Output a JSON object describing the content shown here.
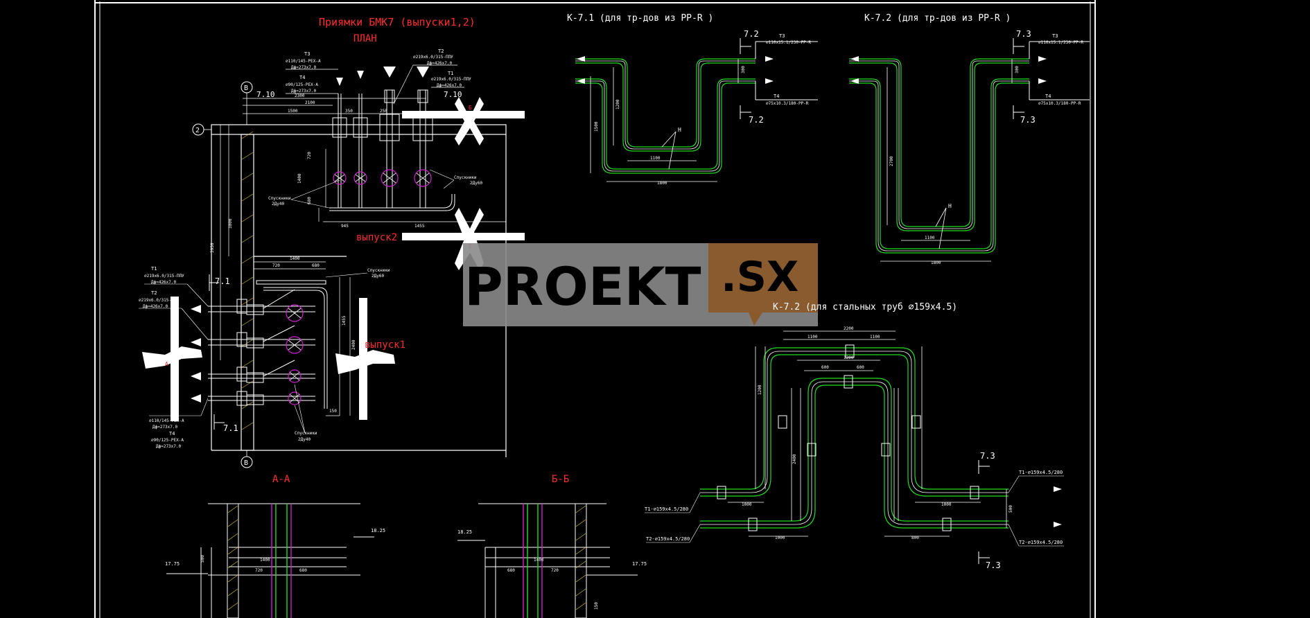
{
  "titles": {
    "plan_title": "Приямки БМК7 (выпуски1,2)",
    "plan_subtitle": "ПЛАН",
    "k71": "К-7.1 (для тр-дов из PP-R )",
    "k72": "К-7.2 (для тр-дов из PP-R )",
    "k72_steel": "К-7.2 (для стальных труб ⌀159х4.5)",
    "section_aa": "А-А",
    "section_bb": "Б-Б",
    "outlet1": "выпуск1",
    "outlet2": "выпуск2"
  },
  "plan": {
    "axis_b": "В",
    "axis_2": "2",
    "elev_710": "7.10",
    "elev_71a": "7.1",
    "elev_71b": "7.1",
    "elev_71c": "7.10",
    "t3": "Т3",
    "t3_spec1": "⌀110/145-PEX-A",
    "t3_spec2": "Дф=273х7.0",
    "t4": "Т4",
    "t4_spec1": "⌀90/125-PEX-A",
    "t4_spec2": "Дф=273х7.0",
    "t2": "Т2",
    "t2_spec1": "⌀219х6.0/315-ППУ",
    "t2_spec2": "Дф=426х7.0",
    "t1": "Т1",
    "t1_spec1": "⌀219х6.0/315-ППУ",
    "t1_spec2": "Дф=426х7.0",
    "d2300": "2300",
    "d2100": "2100",
    "d1500": "1500",
    "d350": "350",
    "d250": "250",
    "d1400": "1400",
    "d945": "945",
    "d1455": "1455",
    "d3000": "3000",
    "d3950": "3950",
    "d720": "720",
    "d680": "680",
    "spusk1": "Спускники",
    "spusk1b": "2Ду60",
    "spusk2": "Спускники",
    "spusk2b": "2Ду40",
    "spusk3": "Спускники",
    "spusk3b": "2Ду60",
    "spusk4": "Спускники",
    "spusk4b": "2Ду40",
    "l_t1": "Т1",
    "l_t1s1": "⌀219х6.0/315-ППУ",
    "l_t1s2": "Дф=426х7.0",
    "l_t2": "Т2",
    "l_t2s1": "⌀219х6.0/315-ППУ",
    "l_t2s2": "Дф=426х7.0",
    "l_t3s1": "⌀110/145-PEX-A",
    "l_t3s2": "Дф=273х7.0",
    "l_t4": "Т4",
    "l_t4s1": "⌀90/125-PEX-A",
    "l_t4s2": "Дф=273х7.0",
    "d1400b": "1400",
    "d720b": "720",
    "d680b": "680",
    "d1455b": "1455",
    "d2400": "2400",
    "d150": "150",
    "marker_a": "А",
    "marker_b": "Б",
    "marker_e": "Е",
    "axis_b2": "В"
  },
  "k71": {
    "t3": "Т3",
    "t3s": "⌀110х15.1/230-PP-R",
    "t4": "Т4",
    "t4s": "⌀75х10.3/180-PP-R",
    "e72a": "7.2",
    "e72b": "7.2",
    "h": "Н",
    "d1100": "1100",
    "d1800": "1800",
    "d1500": "1500",
    "d1200": "1200",
    "d300": "300"
  },
  "k72": {
    "t3": "Т3",
    "t3s": "⌀110х15.1/230-PP-R",
    "t4": "Т4",
    "t4s": "⌀75х10.3/180-PP-R",
    "e73a": "7.3",
    "e73b": "7.3",
    "h": "Н",
    "d1100": "1100",
    "d1800": "1800",
    "d2700": "2700",
    "d300": "300"
  },
  "k72s": {
    "d2200": "2200",
    "d1100a": "1100",
    "d1100b": "1100",
    "d1200": "1200",
    "d600a": "600",
    "d600b": "600",
    "d1000a": "1000",
    "d1000b": "1000",
    "d1000c": "1000",
    "d800": "800",
    "d2400": "2400",
    "d1200b": "1200",
    "t1l": "Т1-⌀159х4.5/280",
    "t2l": "Т2-⌀159х4.5/280",
    "t1r": "Т1-⌀159х4.5/280",
    "t2r": "Т2-⌀159х4.5/280",
    "e73a": "7.3",
    "e73b": "7.3",
    "d500": "500"
  },
  "sections": {
    "e1825a": "18.25",
    "e1775a": "17.75",
    "d1400": "1400",
    "d720": "720",
    "d680": "680",
    "d500": "500",
    "e1825b": "18.25",
    "e1775b": "17.75",
    "d680b": "680",
    "d720b": "720",
    "d1400b": "1400",
    "d150": "150"
  },
  "watermark": {
    "left": "PROEKT",
    "right": ".SX"
  },
  "colors": {
    "background": "#000000",
    "line_white": "#ffffff",
    "pipe_green": "#22dd22",
    "label_red": "#ff2d2d",
    "accent_magenta": "#d020d0",
    "hatch_yellow": "#d8c020",
    "watermark_gray": "#8a8a8a",
    "watermark_orange": "#8a5a2a"
  }
}
